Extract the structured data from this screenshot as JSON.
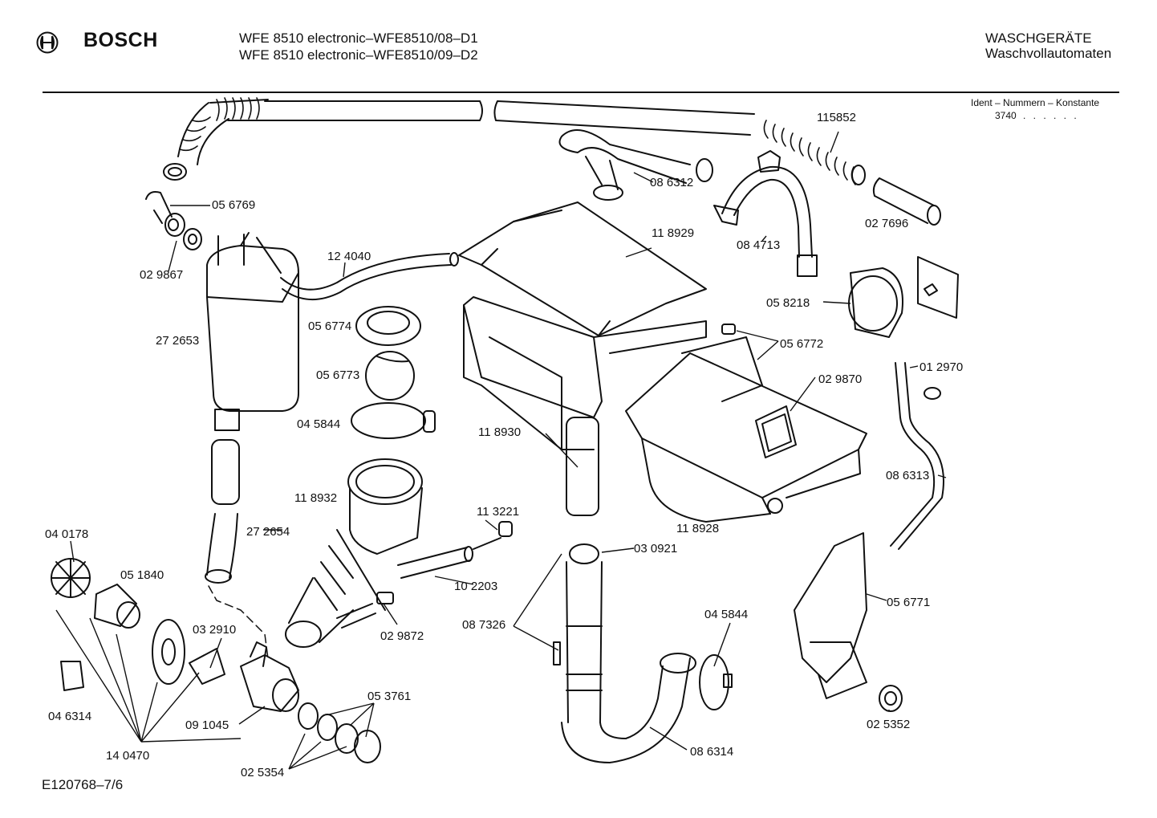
{
  "header": {
    "brand": "BOSCH",
    "model_line_1": "WFE 8510 electronic–WFE8510/08–D1",
    "model_line_2": "WFE 8510 electronic–WFE8510/09–D2",
    "category_line_1": "WASCHGERÄTE",
    "category_line_2": "Waschvollautomaten"
  },
  "ident": {
    "label": "Ident – Nummern – Konstante",
    "value": "3740",
    "dots": ". . . . . ."
  },
  "footer": {
    "code": "E120768–7/6"
  },
  "parts": [
    {
      "id": "p115852",
      "label": "115852"
    },
    {
      "id": "p056769",
      "label": "05 6769"
    },
    {
      "id": "p086312",
      "label": "08 6312"
    },
    {
      "id": "p029867",
      "label": "02 9867"
    },
    {
      "id": "p124040",
      "label": "12 4040"
    },
    {
      "id": "p118929",
      "label": "11 8929"
    },
    {
      "id": "p084713",
      "label": "08 4713"
    },
    {
      "id": "p027696",
      "label": "02 7696"
    },
    {
      "id": "p272653",
      "label": "27 2653"
    },
    {
      "id": "p056774",
      "label": "05 6774"
    },
    {
      "id": "p058218",
      "label": "05 8218"
    },
    {
      "id": "p056772",
      "label": "05 6772"
    },
    {
      "id": "p056773",
      "label": "05 6773"
    },
    {
      "id": "p029870",
      "label": "02 9870"
    },
    {
      "id": "p012970",
      "label": "01 2970"
    },
    {
      "id": "p045844a",
      "label": "04 5844"
    },
    {
      "id": "p118930",
      "label": "11 8930"
    },
    {
      "id": "p118932",
      "label": "11 8932"
    },
    {
      "id": "p086313",
      "label": "08 6313"
    },
    {
      "id": "p113221",
      "label": "11 3221"
    },
    {
      "id": "p272654",
      "label": "27 2654"
    },
    {
      "id": "p118928",
      "label": "11 8928"
    },
    {
      "id": "p040178",
      "label": "04 0178"
    },
    {
      "id": "p030921",
      "label": "03 0921"
    },
    {
      "id": "p051840",
      "label": "05 1840"
    },
    {
      "id": "p102203",
      "label": "10 2203"
    },
    {
      "id": "p056771",
      "label": "05 6771"
    },
    {
      "id": "p045844b",
      "label": "04 5844"
    },
    {
      "id": "p087326",
      "label": "08 7326"
    },
    {
      "id": "p032910",
      "label": "03 2910"
    },
    {
      "id": "p029872",
      "label": "02 9872"
    },
    {
      "id": "p053761",
      "label": "05 3761"
    },
    {
      "id": "p046314",
      "label": "04 6314"
    },
    {
      "id": "p091045",
      "label": "09 1045"
    },
    {
      "id": "p025352",
      "label": "02 5352"
    },
    {
      "id": "p086314",
      "label": "08 6314"
    },
    {
      "id": "p140470",
      "label": "14 0470"
    },
    {
      "id": "p025354",
      "label": "02 5354"
    }
  ]
}
